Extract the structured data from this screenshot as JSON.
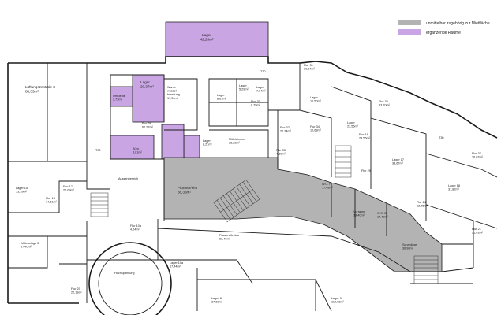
{
  "legend": {
    "items": [
      {
        "label": "unmittelbar zugehörig zur Mietfläche",
        "color": "#b3b3b3"
      },
      {
        "label": "ergänzende Räume",
        "color": "#c9a6e3"
      }
    ]
  },
  "rooms": {
    "lager_top": [
      "Lager",
      "42,26m²"
    ],
    "lueftungszentrale": [
      "Lüftungszentrale 3",
      "88,33m²"
    ],
    "umkleide": [
      "Umkleide",
      "2,73m²"
    ],
    "lager_a": [
      "Lager",
      "20,37m²"
    ],
    "warmwasser": [
      "Warm-",
      "wasser-",
      "bereitung",
      "17,31m²"
    ],
    "flur36": [
      "Flur 36",
      "60,27m²"
    ],
    "lager_b": [
      "Lager",
      "8,61m²"
    ],
    "lager_c": [
      "Lager",
      "5,29m²"
    ],
    "flur30": [
      "Flur 30",
      "8,79m²"
    ],
    "lager_d": [
      "Lager",
      "7,64m²"
    ],
    "mittelzimmer": [
      "Mittelzimmer",
      "28,23m²"
    ],
    "flur31": [
      "Flur 31",
      "30,24m²"
    ],
    "flur32": [
      "Flur 32",
      "20,34m²"
    ],
    "flur33": [
      "Flur 33",
      "4,80m²"
    ],
    "buero": [
      "Büro",
      "8,61m²"
    ],
    "lager_e": [
      "Lager",
      "8,21m²"
    ],
    "lager_f": [
      "Lager",
      "10,50m²"
    ],
    "flur34": [
      "Flur 34",
      "10,68m²"
    ],
    "lager_g": [
      "Lager",
      "23,55m²"
    ],
    "flur16": [
      "Flur 16",
      "23,55m²"
    ],
    "lager17": [
      "Lager 17",
      "33,67m²"
    ],
    "lager18": [
      "Lager 18",
      "31,82m²"
    ],
    "flur35": [
      "Flur 35",
      "53,20m²"
    ],
    "flur37": [
      "Flur 37",
      "36,07m²"
    ],
    "lager15": [
      "Lager 15",
      "13,39m²"
    ],
    "flur17": [
      "Flur 17",
      "20,09m²"
    ],
    "flur18": [
      "Flur 18",
      "14,51m²"
    ],
    "kaelteanlage": [
      "Kälteanlage 3",
      "57,40m²"
    ],
    "aussenbereich": [
      "Aussenbereich"
    ],
    "foyer": [
      "Pförtner/Flur",
      "88,36m²"
    ],
    "flur10a": [
      "Flur 10a",
      "4,24m²"
    ],
    "passerelle": [
      "Passerellenbar",
      "63,46m²"
    ],
    "lager10a": [
      "Lager 10a",
      "17,44m²"
    ],
    "flur21": [
      "Flur 21",
      "21,01m²"
    ],
    "flur24": [
      "Flur 24",
      "12,45m²"
    ],
    "flur29": [
      "Flur 29"
    ],
    "wc_h": [
      "W.C. H",
      "17,48m²"
    ],
    "wc_d": [
      "W.C. D",
      "17,48m²"
    ],
    "vorraum": [
      "Vorraum",
      "19,40m²"
    ],
    "hochspannung": [
      "Hochspannung"
    ],
    "lager8": [
      "Lager 8",
      "37,30m²"
    ],
    "lager9": [
      "Lager 9",
      "110,08m²"
    ],
    "schankbar": [
      "Schankbar",
      "36,98m²"
    ],
    "t30_a": [
      "T30"
    ],
    "t30_b": [
      "T30"
    ],
    "t30_c": [
      "T30"
    ],
    "flur20": [
      "Flur 20",
      "22,11m²"
    ]
  }
}
